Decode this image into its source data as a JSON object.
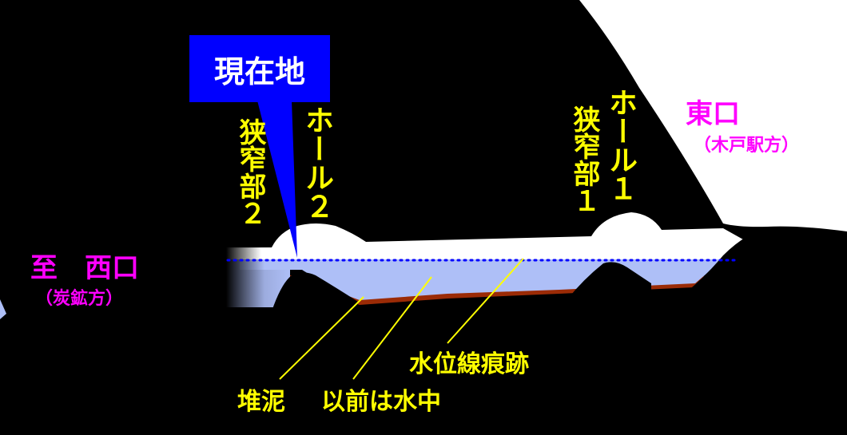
{
  "current_location": "現在地",
  "west": {
    "title": "至　西口",
    "sub": "（炭鉱方）"
  },
  "east": {
    "title": "東口",
    "sub": "（木戸駅方）"
  },
  "hall2": "ホール２",
  "narrow2": "狭窄部２",
  "hall1": "ホール１",
  "narrow1": "狭窄部１",
  "sediment": "堆泥",
  "formerly_underwater": "以前は水中",
  "waterline_trace": "水位線痕跡",
  "colors": {
    "background": "#000000",
    "cave_air": "#ffffff",
    "water_region": "#aebff7",
    "sediment": "#9b2b06",
    "waterline": "#0000ff",
    "label_yellow": "#ffff00",
    "label_magenta": "#ff00ff",
    "callout": "#0000ff"
  }
}
